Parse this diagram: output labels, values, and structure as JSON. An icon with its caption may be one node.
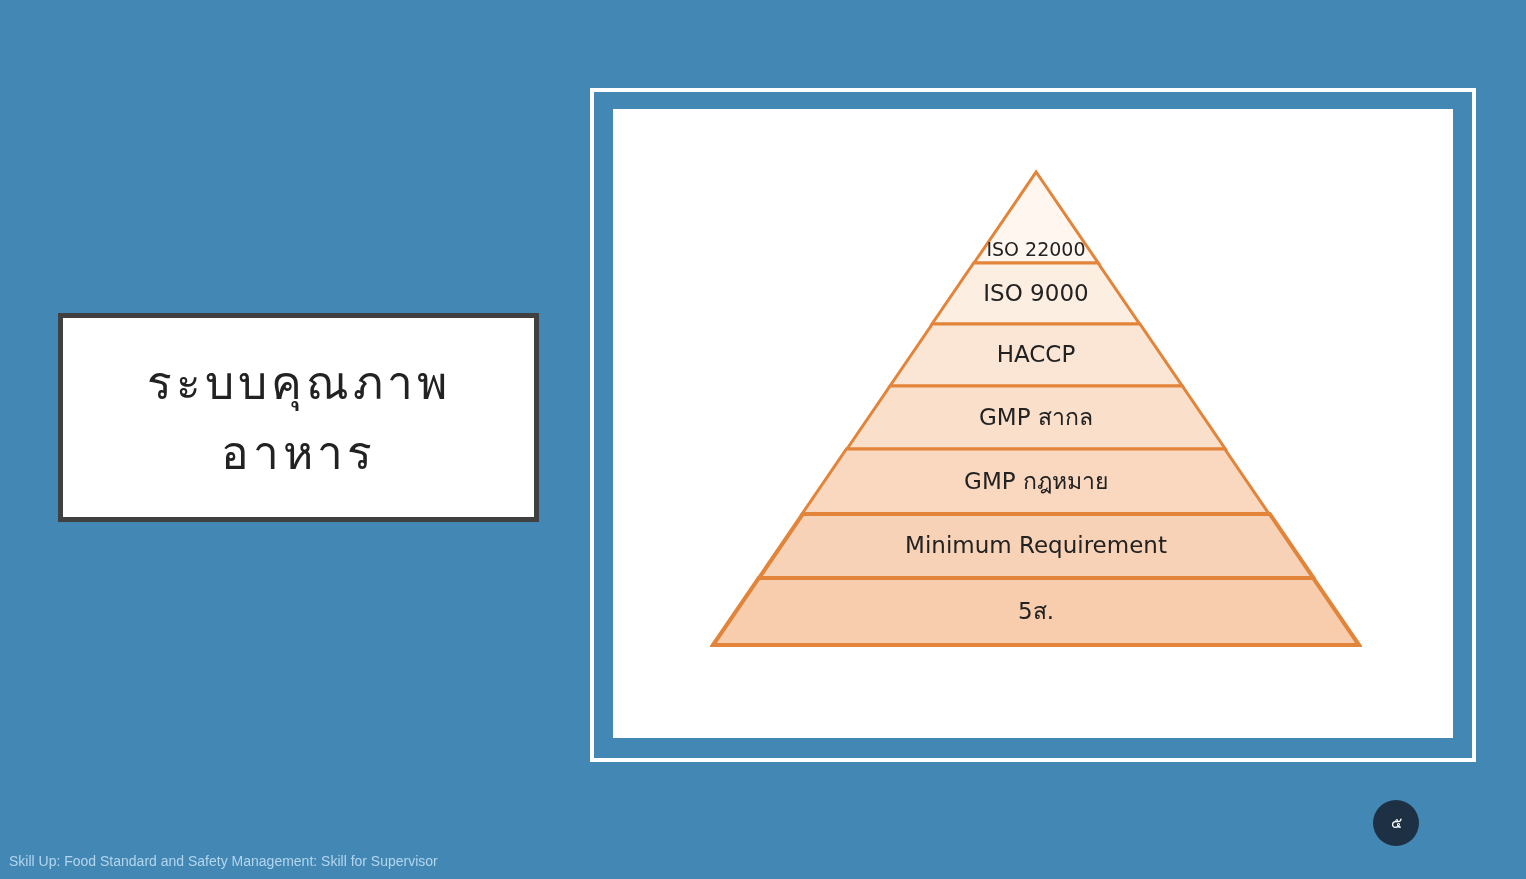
{
  "diagram": {
    "nodes": [
      {
        "text": [
          "ระบบคุณภาพอาหาร"
        ]
      },
      {
        "text": [
          "ISO 22000"
        ]
      },
      {
        "text": [
          "ISO 9000"
        ]
      },
      {
        "text": [
          "HACCP"
        ]
      },
      {
        "text": [
          "GMP สากล"
        ]
      },
      {
        "text": [
          "GMP กฎหมาย"
        ]
      },
      {
        "text": [
          "Minimum Requirement"
        ]
      },
      {
        "text": [
          "5ส."
        ]
      }
    ],
    "labels": [
      "๕",
      "Skill Up: Food Standard and Safety Management: Skill for Supervisor"
    ]
  }
}
